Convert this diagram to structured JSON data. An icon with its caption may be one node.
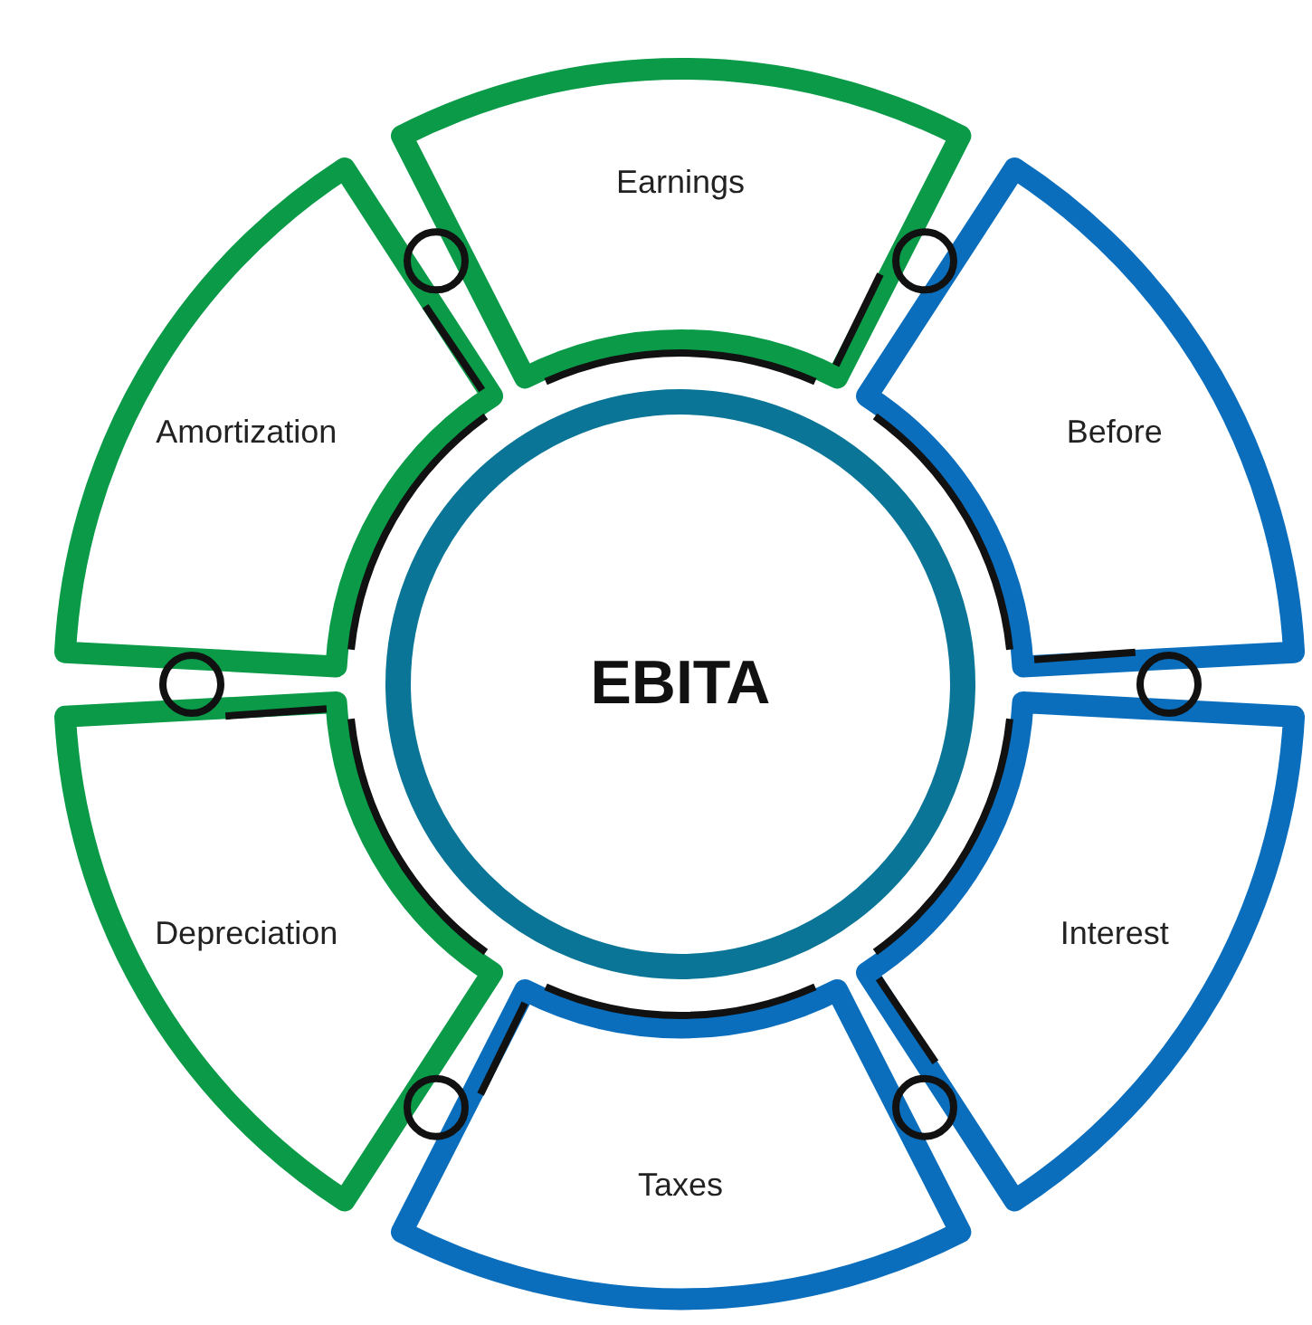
{
  "diagram": {
    "nodes": [
      {
        "text": [
          "Earnings"
        ]
      },
      {
        "text": [
          "Before"
        ]
      },
      {
        "text": [
          "Interest"
        ]
      },
      {
        "text": [
          "Taxes"
        ]
      },
      {
        "text": [
          "Depreciation"
        ]
      },
      {
        "text": [
          "Amortization"
        ]
      },
      {
        "text": [
          "EBITA"
        ]
      }
    ]
  }
}
